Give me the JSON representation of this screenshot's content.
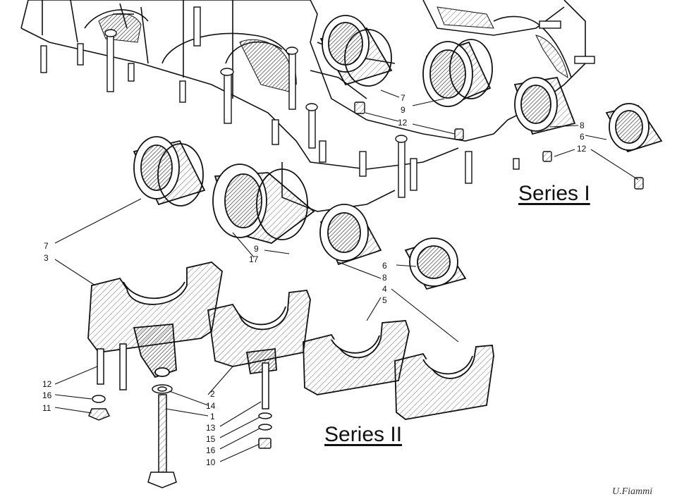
{
  "labels": {
    "series_1": "Series I",
    "series_2": "Series II",
    "signature": "U.Fiammi"
  },
  "callouts": {
    "c7a": "7",
    "c9a": "9",
    "c12a": "12",
    "c8b": "8",
    "c6b": "6",
    "c12b": "12",
    "c7c": "7",
    "c3c": "3",
    "c9d": "9",
    "c17d": "17",
    "c6e": "6",
    "c8e": "8",
    "c4e": "4",
    "c5e": "5",
    "c12f": "12",
    "c16f": "16",
    "c11f": "11",
    "c2g": "2",
    "c14g": "14",
    "c1g": "1",
    "c13g": "13",
    "c15g": "15",
    "c16g": "16",
    "c10g": "10"
  },
  "colors": {
    "ink": "#111111",
    "paper": "#ffffff",
    "shade": "#555555"
  }
}
